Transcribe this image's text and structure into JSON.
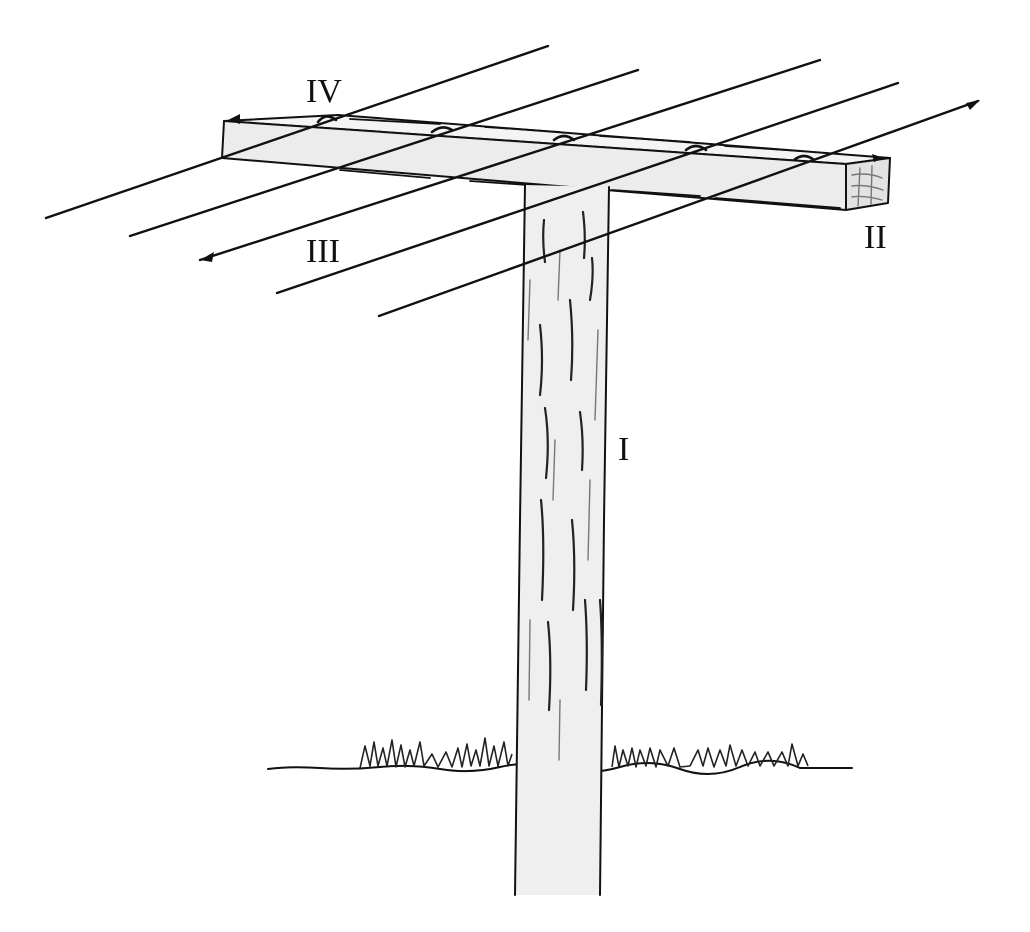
{
  "labels": {
    "post": "I",
    "crossarm_end": "II",
    "wire_lower": "III",
    "wire_upper": "IV"
  },
  "colors": {
    "ink": "#111111",
    "wood_shade": "#eeeeee",
    "background": "#ffffff"
  }
}
